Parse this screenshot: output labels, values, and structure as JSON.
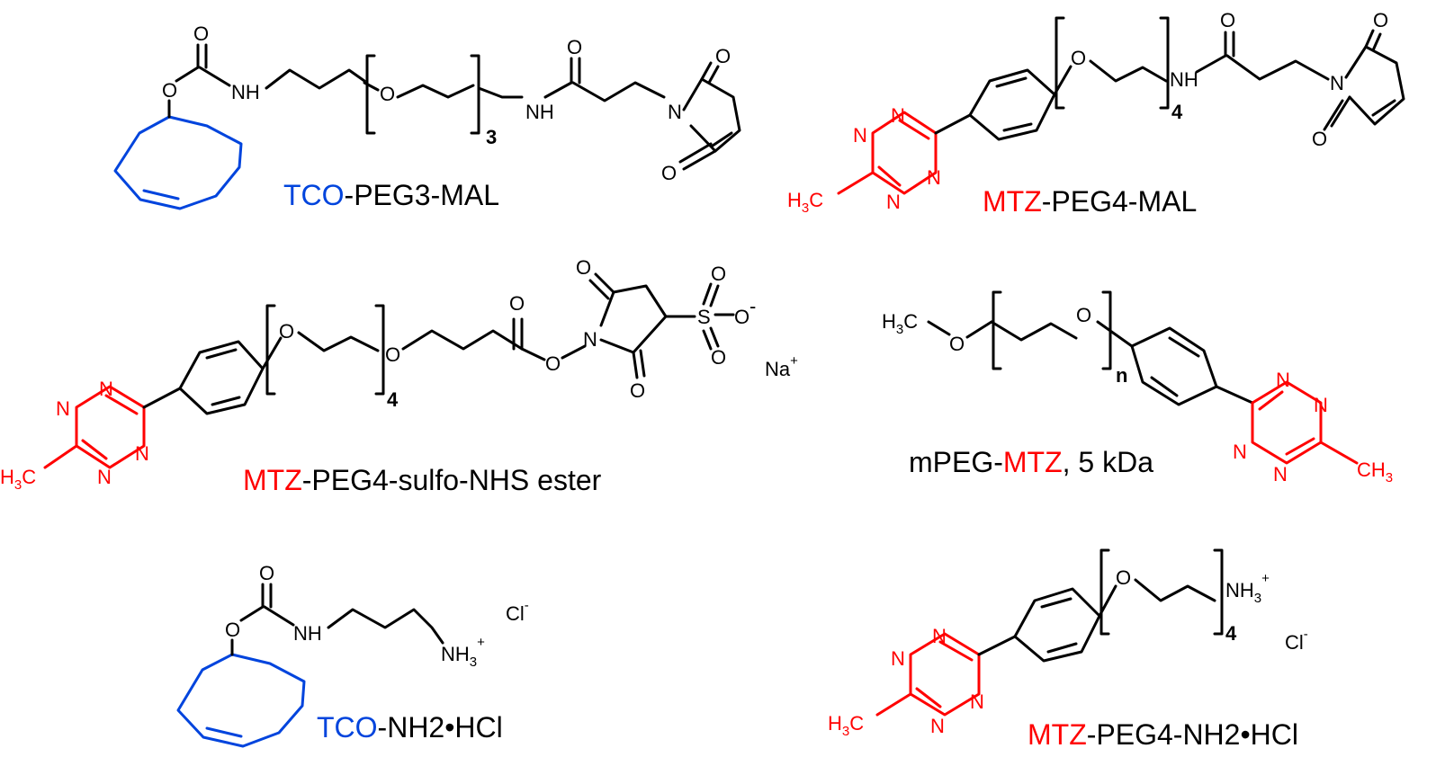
{
  "colors": {
    "bond": "#000000",
    "tetrazine": "#ff0000",
    "tco": "#0044dd"
  },
  "compounds": [
    {
      "name": "tco-peg3-mal",
      "caption_prefix": "TCO",
      "caption_rest": "-PEG3-MAL",
      "atoms": {
        "o_carbonyl": "O",
        "o_ester": "O",
        "nh1": "NH",
        "o_peg": "O",
        "nh2": "NH",
        "o_amide": "O",
        "n_imide": "N",
        "o_imide_top": "O",
        "o_imide_bot": "O"
      },
      "repeat": "3"
    },
    {
      "name": "mtz-peg4-mal",
      "caption_prefix": "MTZ",
      "caption_rest": "-PEG4-MAL",
      "atoms": {
        "n1": "N",
        "n2": "N",
        "n3": "N",
        "n4": "N",
        "methyl": "H",
        "methyl_sub": "3",
        "methyl_c": "C",
        "o_peg": "O",
        "nh": "NH",
        "o_amide": "O",
        "n_imide": "N",
        "o_imide_top": "O",
        "o_imide_bot": "O"
      },
      "repeat": "4"
    },
    {
      "name": "mtz-peg4-sulfo-nhs",
      "caption_prefix": "MTZ",
      "caption_rest": "-PEG4-sulfo-NHS ester",
      "atoms": {
        "n1": "N",
        "n2": "N",
        "n3": "N",
        "n4": "N",
        "methyl": "H",
        "methyl_sub": "3",
        "methyl_c": "C",
        "o_peg": "O",
        "o_peg2": "O",
        "o_ester_carbonyl": "O",
        "o_ester": "O",
        "n_imide": "N",
        "o_imide_top": "O",
        "o_imide_bot": "O",
        "s": "S",
        "o_s1": "O",
        "o_s2": "O",
        "o_s3": "O",
        "minus": "-",
        "na": "Na",
        "plus": "+"
      },
      "repeat": "4"
    },
    {
      "name": "mpeg-mtz",
      "caption_prefix": "mPEG-",
      "caption_red": "MTZ",
      "caption_rest": ", 5 kDa",
      "atoms": {
        "h3c": "H",
        "h3c_sub": "3",
        "h3c_c": "C",
        "o1": "O",
        "o2": "O",
        "n1": "N",
        "n2": "N",
        "n3": "N",
        "n4": "N",
        "ch3": "CH",
        "ch3_sub": "3"
      },
      "repeat": "n"
    },
    {
      "name": "tco-nh2-hcl",
      "caption_prefix": "TCO",
      "caption_rest": "-NH2•HCl",
      "atoms": {
        "o_carbonyl": "O",
        "o_ester": "O",
        "nh": "NH",
        "nh3": "NH",
        "nh3_sub": "3",
        "plus": "+",
        "cl": "Cl",
        "minus": "-"
      }
    },
    {
      "name": "mtz-peg4-nh2-hcl",
      "caption_prefix": "MTZ",
      "caption_rest": "-PEG4-NH2•HCl",
      "atoms": {
        "n1": "N",
        "n2": "N",
        "n3": "N",
        "n4": "N",
        "methyl": "H",
        "methyl_sub": "3",
        "methyl_c": "C",
        "o_peg": "O",
        "nh3": "NH",
        "nh3_sub": "3",
        "plus": "+",
        "cl": "Cl",
        "minus": "-"
      },
      "repeat": "4"
    }
  ]
}
